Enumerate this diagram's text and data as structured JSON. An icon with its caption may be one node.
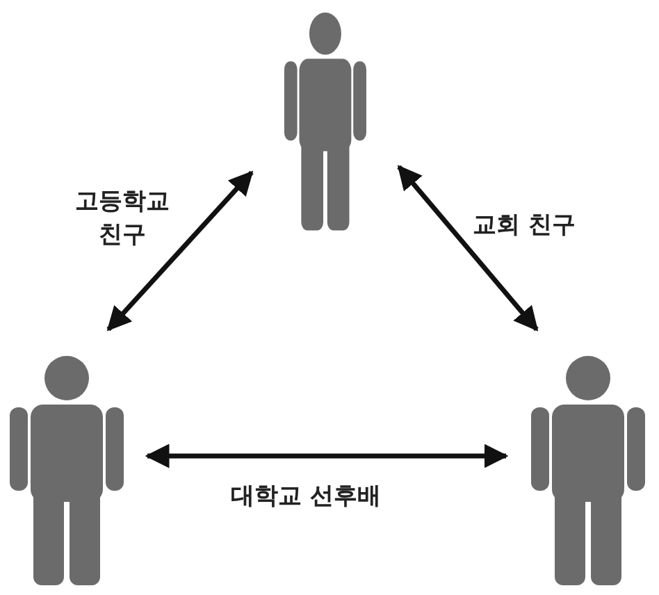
{
  "diagram": {
    "nodes": [
      {
        "text": [],
        "shape": "person"
      },
      {
        "text": [],
        "shape": "person"
      },
      {
        "text": [],
        "shape": "person"
      }
    ],
    "edges": [
      {
        "from": 1,
        "to": 0,
        "arrow": "both",
        "label": "고등학교 친구"
      },
      {
        "from": 0,
        "to": 2,
        "arrow": "both",
        "label": "교회 친구"
      },
      {
        "from": 1,
        "to": 2,
        "arrow": "both",
        "label": "대학교 선후배"
      }
    ]
  }
}
